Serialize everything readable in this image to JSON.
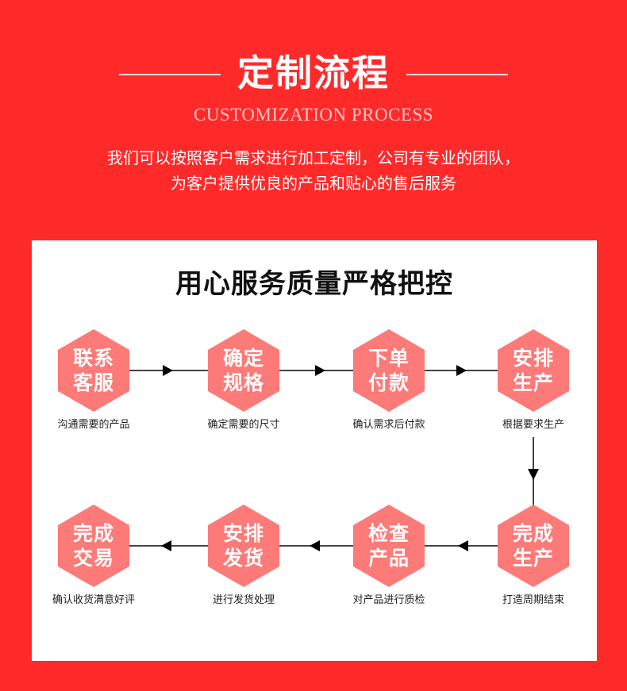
{
  "header": {
    "title": "定制流程",
    "subtitle": "CUSTOMIZATION PROCESS",
    "intro_line_1": "我们可以按照客户需求进行加工定制，公司有专业的团队，",
    "intro_line_2": "为客户提供优良的产品和贴心的售后服务"
  },
  "card": {
    "heading": "用心服务质量严格把控"
  },
  "colors": {
    "background": "#fe2a2a",
    "hexagon": "#fc7a78",
    "card": "#ffffff",
    "arrow": "#000000"
  },
  "steps": [
    {
      "line1": "联系",
      "line2": "客服",
      "desc": "沟通需要的产品"
    },
    {
      "line1": "确定",
      "line2": "规格",
      "desc": "确定需要的尺寸"
    },
    {
      "line1": "下单",
      "line2": "付款",
      "desc": "确认需求后付款"
    },
    {
      "line1": "安排",
      "line2": "生产",
      "desc": "根据要求生产"
    },
    {
      "line1": "完成",
      "line2": "生产",
      "desc": "打造周期结束"
    },
    {
      "line1": "检查",
      "line2": "产品",
      "desc": "对产品进行质检"
    },
    {
      "line1": "安排",
      "line2": "发货",
      "desc": "进行发货处理"
    },
    {
      "line1": "完成",
      "line2": "交易",
      "desc": "确认收货满意好评"
    }
  ]
}
